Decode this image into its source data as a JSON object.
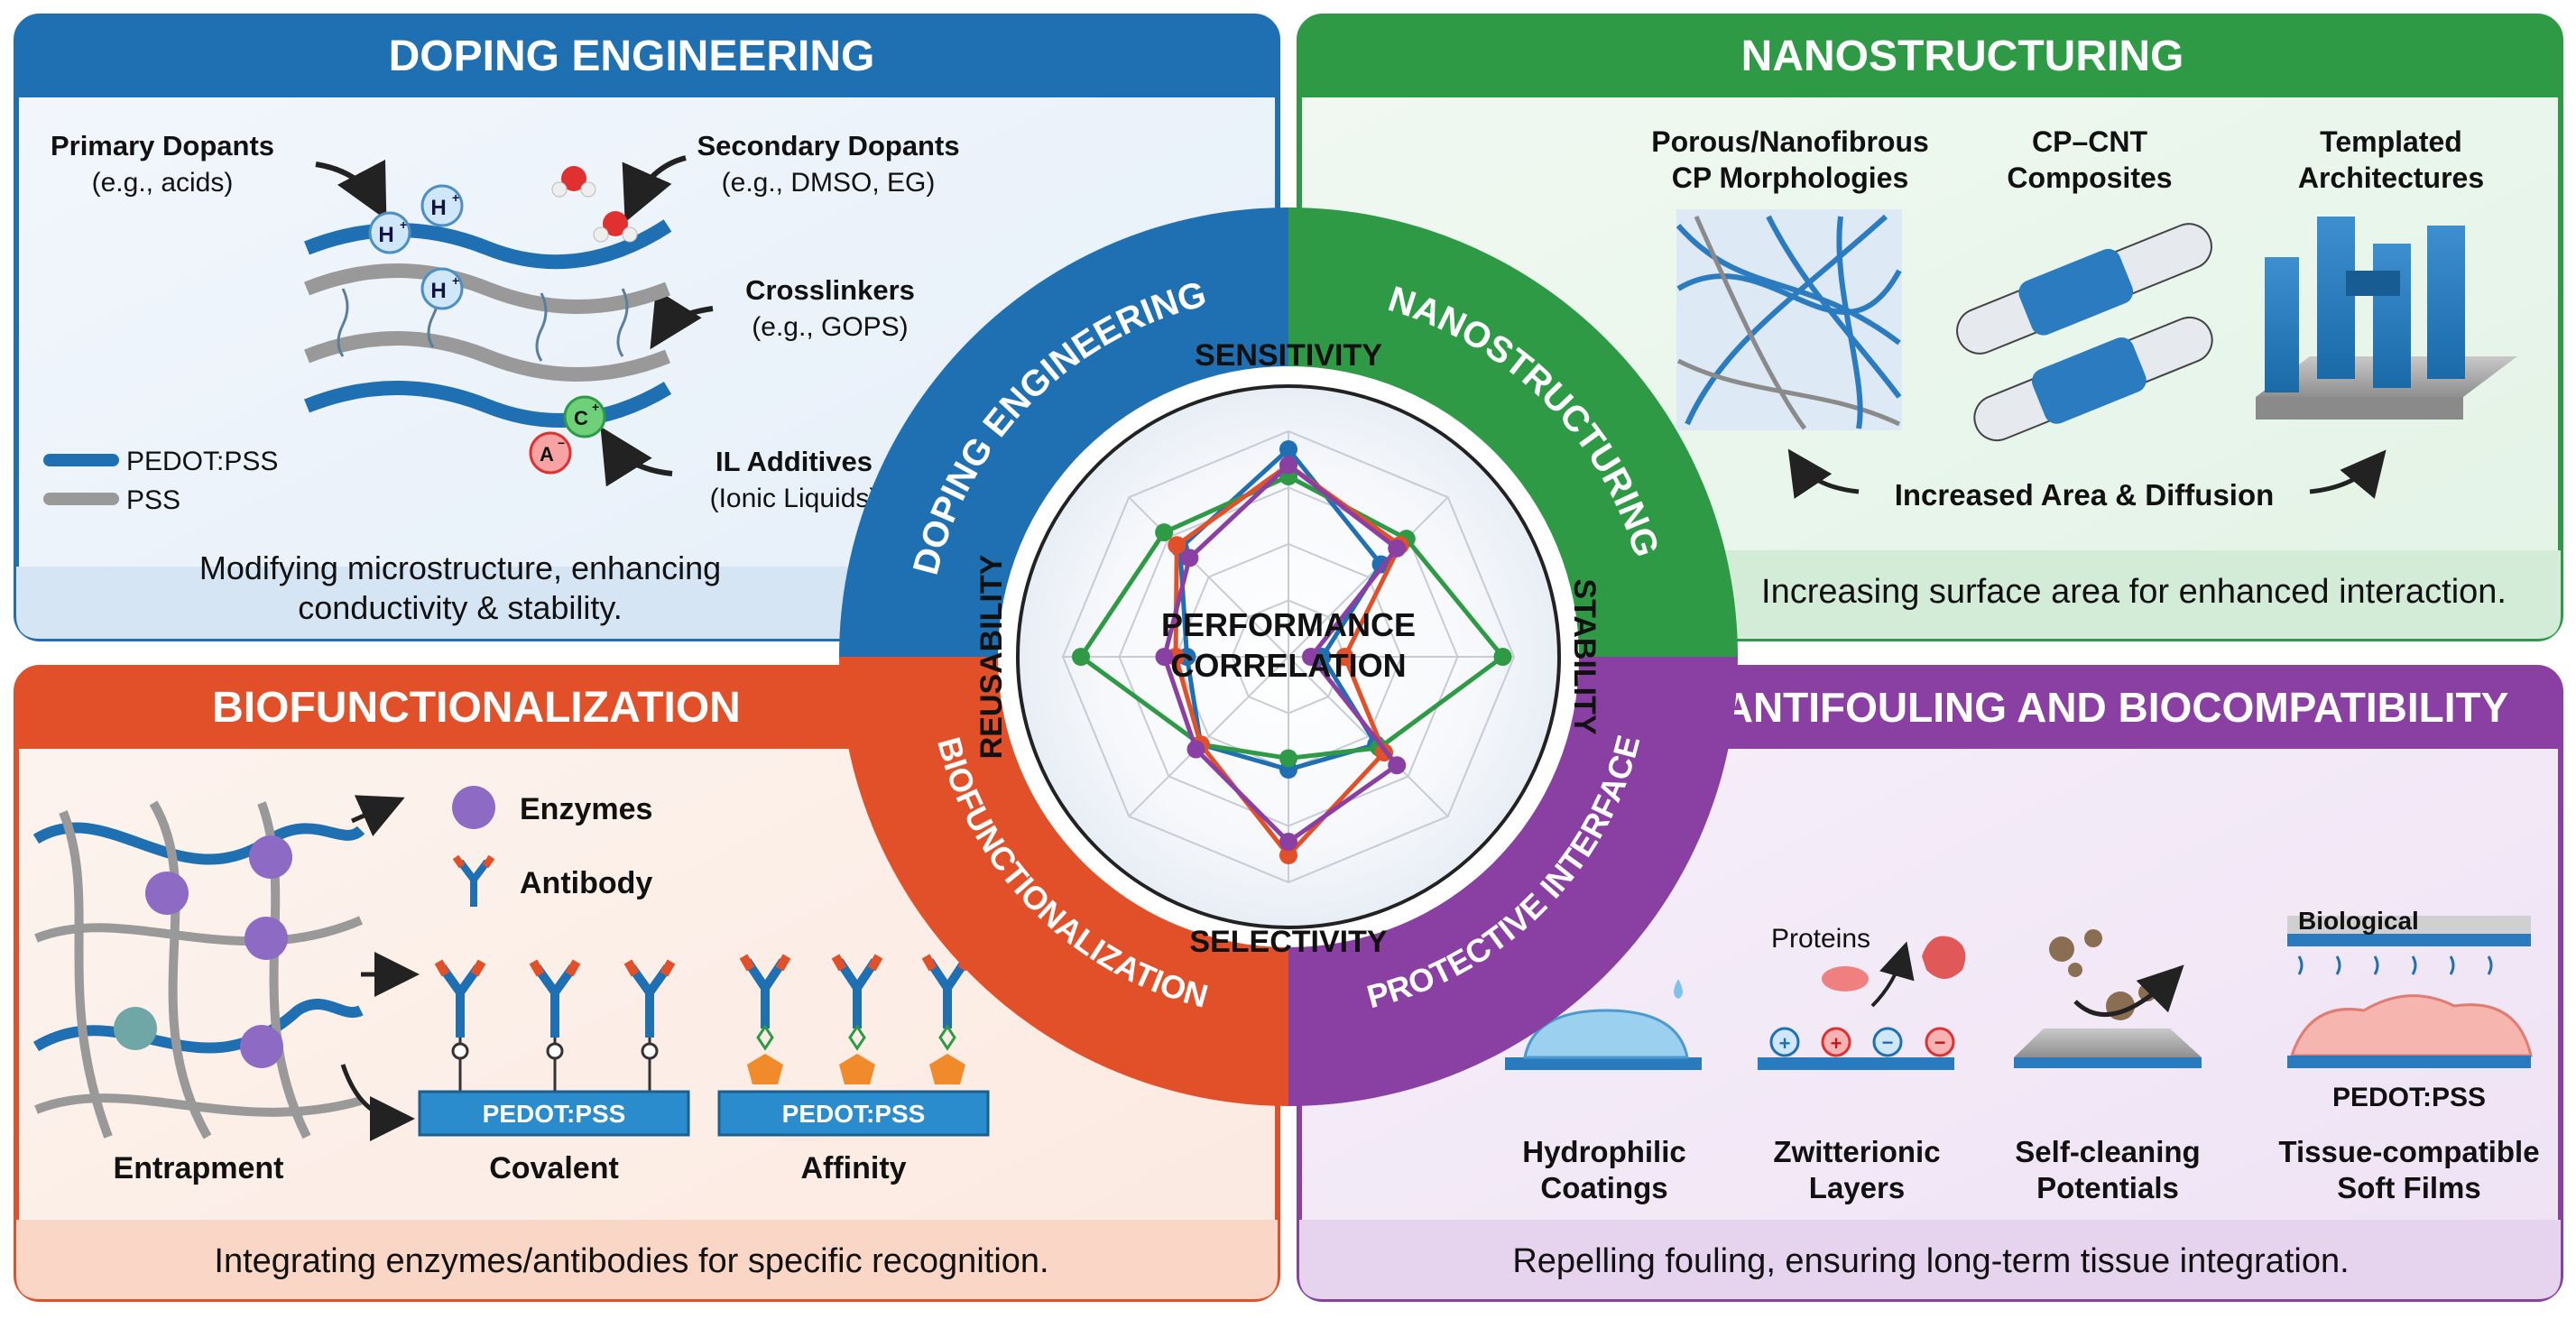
{
  "doping": {
    "title": "DOPING ENGINEERING",
    "ring_label": "DOPING ENGINEERING",
    "primary": "Primary Dopants",
    "primary_eg": "(e.g., acids)",
    "secondary": "Secondary Dopants",
    "secondary_eg": "(e.g., DMSO, EG)",
    "crosslinkers": "Crosslinkers",
    "crosslinkers_eg": "(e.g., GOPS)",
    "il": "IL Additives",
    "il_eg": "(Ionic Liquids)",
    "legend_pedot": "PEDOT:PSS",
    "legend_pss": "PSS",
    "ion_h": "H",
    "ion_c": "C",
    "ion_a": "A",
    "caption_1": "Modifying microstructure, enhancing",
    "caption_2": "conductivity & stability.",
    "color": "#1f6fb3"
  },
  "nano": {
    "title": "NANOSTRUCTURING",
    "ring_label": "NANOSTRUCTURING",
    "item1_l1": "Porous/Nanofibrous",
    "item1_l2": "CP Morphologies",
    "item2_l1": "CP–CNT",
    "item2_l2": "Composites",
    "item3_l1": "Templated",
    "item3_l2": "Architectures",
    "arrow_label": "Increased Area & Diffusion",
    "caption": "Increasing surface area for enhanced interaction.",
    "color": "#2e9a46"
  },
  "bio": {
    "title": "BIOFUNCTIONALIZATION",
    "ring_label": "BIOFUNCTIONALIZATION",
    "enzymes": "Enzymes",
    "antibody": "Antibody",
    "substrate_1": "PEDOT:PSS",
    "substrate_2": "PEDOT:PSS",
    "m1": "Entrapment",
    "m2": "Covalent",
    "m3": "Affinity",
    "caption": "Integrating enzymes/antibodies for specific recognition.",
    "color": "#e2502a"
  },
  "anti": {
    "title": "ANTIFOULING AND BIOCOMPATIBILITY",
    "ring_label": "PROTECTIVE INTERFACE",
    "proteins": "Proteins",
    "biological": "Biological",
    "pedot": "PEDOT:PSS",
    "i1_l1": "Hydrophilic",
    "i1_l2": "Coatings",
    "i2_l1": "Zwitterionic",
    "i2_l2": "Layers",
    "i3_l1": "Self-cleaning",
    "i3_l2": "Potentials",
    "i4_l1": "Tissue-compatible",
    "i4_l2": "Soft Films",
    "caption": "Repelling fouling, ensuring long-term tissue integration.",
    "color": "#8a3fa3"
  },
  "radar": {
    "center_1": "PERFORMANCE",
    "center_2": "CORRELATION",
    "axes": [
      "SENSITIVITY",
      "STABILITY",
      "SELECTIVITY",
      "REUSABILITY"
    ],
    "series": [
      {
        "color": "#1f6fb3",
        "values": [
          0.92,
          0.58,
          0.15,
          0.55,
          0.5,
          0.55,
          0.45,
          0.68
        ]
      },
      {
        "color": "#2e9a46",
        "values": [
          0.8,
          0.74,
          0.95,
          0.57,
          0.45,
          0.55,
          0.92,
          0.78
        ]
      },
      {
        "color": "#e2502a",
        "values": [
          0.85,
          0.7,
          0.25,
          0.6,
          0.88,
          0.55,
          0.5,
          0.7
        ]
      },
      {
        "color": "#8a3fa3",
        "values": [
          0.85,
          0.68,
          0.1,
          0.68,
          0.82,
          0.58,
          0.55,
          0.62
        ]
      }
    ]
  }
}
